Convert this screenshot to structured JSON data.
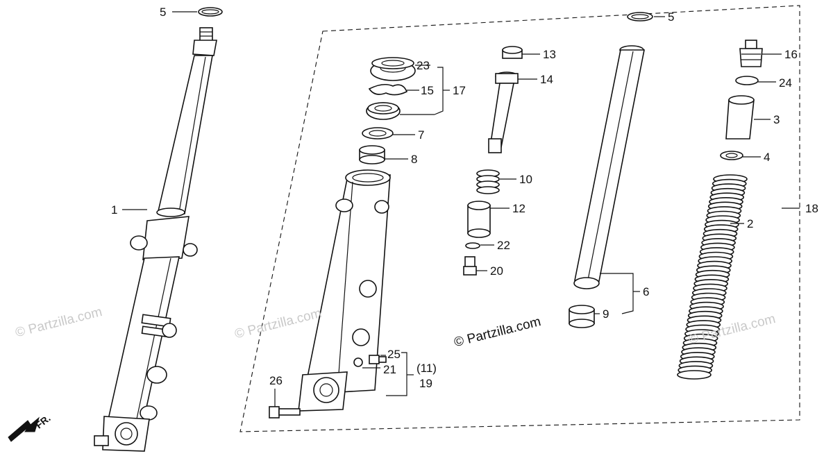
{
  "watermarks": {
    "main": "© Partzilla.com",
    "faded": "© Partzilla.com"
  },
  "direction_label": "FR.",
  "labels": {
    "p1": "1",
    "p2": "2",
    "p3": "3",
    "p4": "4",
    "p5a": "5",
    "p5b": "5",
    "p6": "6",
    "p7": "7",
    "p8": "8",
    "p9": "9",
    "p10": "10",
    "p11": "(11)",
    "p12": "12",
    "p13": "13",
    "p14": "14",
    "p15": "15",
    "p16": "16",
    "p17": "17",
    "p18": "18",
    "p19": "19",
    "p20": "20",
    "p21": "21",
    "p22": "22",
    "p23": "23",
    "p24": "24",
    "p25": "25",
    "p26": "26"
  }
}
